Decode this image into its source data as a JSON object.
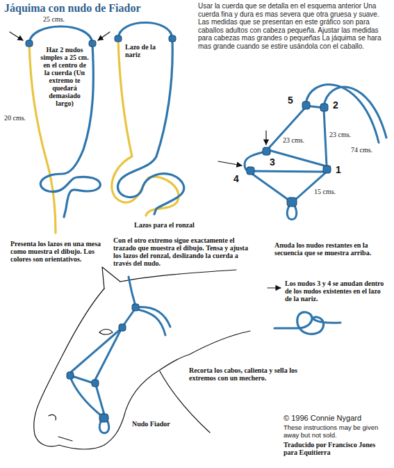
{
  "diagram": {
    "title": "Jáquima con nudo de Fiador",
    "labels": [
      "25 cms.",
      "Haz 2 nudos simples a 25 cm. en el centro de la cuerda (Un extremo te quedará demasiado largo)",
      "20 cms.",
      "Lazo de la nariz",
      "Usar la cuerda que se detalla en el esquema anterior Una cuerda fina y dura es mas severa que otra gruesa y suave. Las medidas que se presentan en este gráfico son para caballos adultos con cabeza pequeña. Ajustar las medidas para cabezas mas grandes o pequeñas La jáquima se hara mas grande cuando se estire usándola con el caballo.",
      "74 cms.",
      "5",
      "2",
      "23 cms.",
      "23 cms.",
      "4",
      "3",
      "1",
      "15 cms.",
      "Lazos para el ronzal",
      "Presenta los lazos en una mesa como muestra el dibujo. Los colores son orientativos.",
      "Con el otro extremo sigue exactamente el trazado que muestra el dibujo. Tensa y ajusta los lazos del ronzal, deslizando la cuerda a través del nudo.",
      "Anuda los nudos restantes en la secuencia que se muestra arriba.",
      "Los nudos 3 y 4 se anudan dentro de los nudos existentes en el lazo de la nariz.",
      "Recorta los cabos, calienta y sella los extremos con un mechero.",
      "Nudo Fiador",
      "© 1996 Connie Nygard",
      "These instructions may be given away but not sold.",
      "Traducido por Francisco Jones para Equitierra"
    ]
  }
}
